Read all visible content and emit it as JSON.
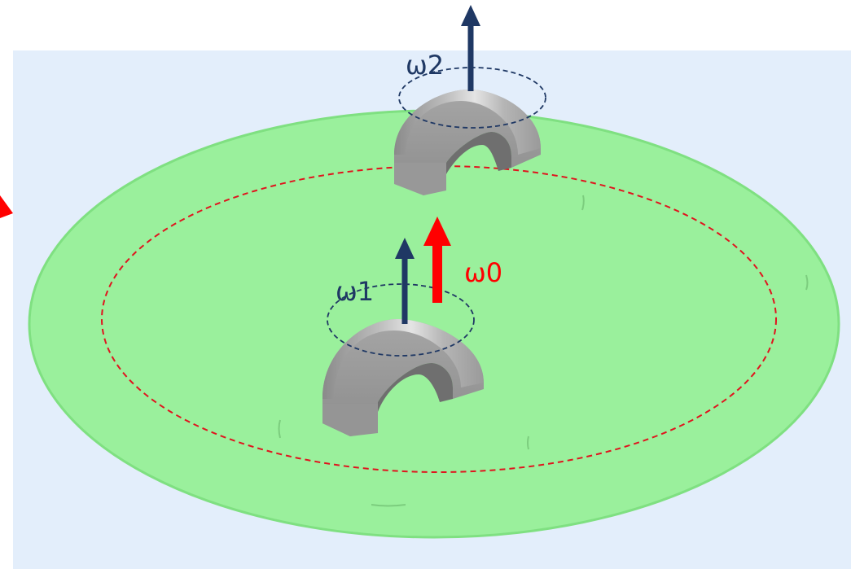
{
  "labels": {
    "omega0": "ω0",
    "omega1": "ω1",
    "omega2": "ω2"
  },
  "colors": {
    "background_panel": "#e3eefb",
    "disk_fill": "#9af09c",
    "disk_edge": "#7fe081",
    "orbit": "#e0141e",
    "arrow_navy": "#1f3864",
    "arrow_red": "#ff0000",
    "label_red": "#ff0000",
    "label_navy": "#1f3864",
    "arch_light": "#d6d6d6",
    "arch_mid": "#a9a9a9",
    "arch_dark": "#7e7e7e"
  }
}
